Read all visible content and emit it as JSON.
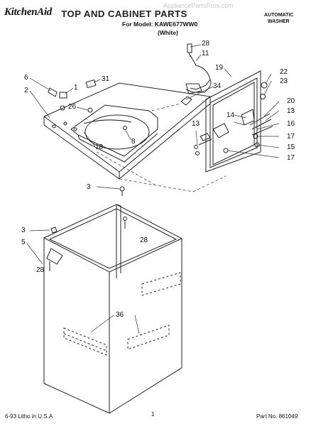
{
  "header": {
    "brand": "KitchenAid",
    "title": "TOP AND CABINET PARTS",
    "model": "For Model: KAWE677WW0",
    "color": "(White)",
    "appliance_type_line1": "AUTOMATIC",
    "appliance_type_line2": "WASHER",
    "watermark": "AppliancePartsPros.com"
  },
  "footer": {
    "litho": "6-93 Litho in U.S.A",
    "page": "1",
    "part_no": "Part No. 861049"
  },
  "callouts": [
    "28",
    "11",
    "31",
    "6",
    "1",
    "2",
    "26",
    "19",
    "34",
    "22",
    "23",
    "20",
    "13",
    "14",
    "16",
    "17",
    "15",
    "17",
    "13",
    "18",
    "8",
    "3",
    "3",
    "5",
    "28",
    "28",
    "36"
  ]
}
